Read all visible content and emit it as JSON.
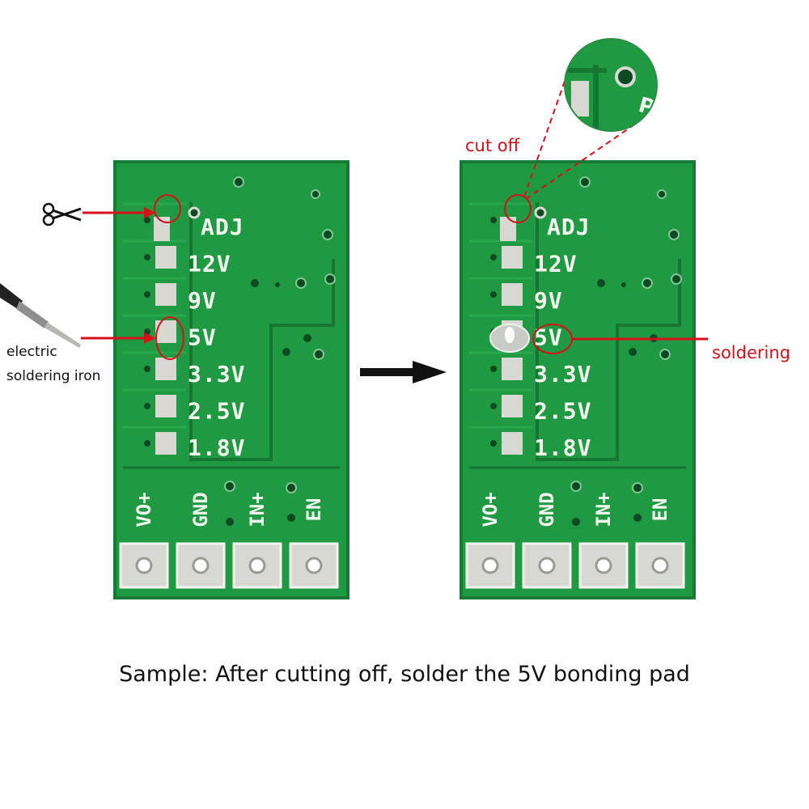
{
  "colors": {
    "pcb": "#1f9a43",
    "pcb_dark": "#177a35",
    "silkscreen": "#f2f6ee",
    "pad": "#d8d8d2",
    "annotation_red": "#d8101a",
    "arrow": "#111111"
  },
  "icons": {
    "scissors": "scissors-icon",
    "iron": "soldering-iron-icon"
  },
  "boards": {
    "labels": [
      "ADJ",
      "12V",
      "9V",
      "5V",
      "3.3V",
      "2.5V",
      "1.8V"
    ],
    "pins": [
      "VO+",
      "GND",
      "IN+",
      "EN"
    ],
    "zoom_mark": "P"
  },
  "annotations": {
    "iron_line1": "electric",
    "iron_line2": "soldering iron",
    "cut_off": "cut off",
    "soldering": "soldering"
  },
  "caption": "Sample: After cutting off, solder the 5V bonding pad"
}
